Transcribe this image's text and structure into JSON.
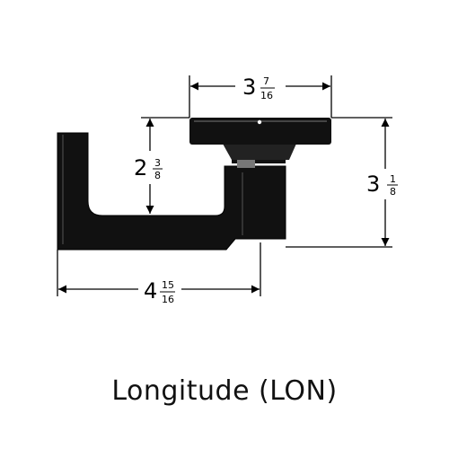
{
  "dimensions": {
    "top_width": {
      "whole": "3",
      "num": "7",
      "den": "16"
    },
    "lever_height": {
      "whole": "2",
      "num": "3",
      "den": "8"
    },
    "overall_height": {
      "whole": "3",
      "num": "1",
      "den": "8"
    },
    "lever_length": {
      "whole": "4",
      "num": "15",
      "den": "16"
    }
  },
  "caption": "Longitude (LON)"
}
